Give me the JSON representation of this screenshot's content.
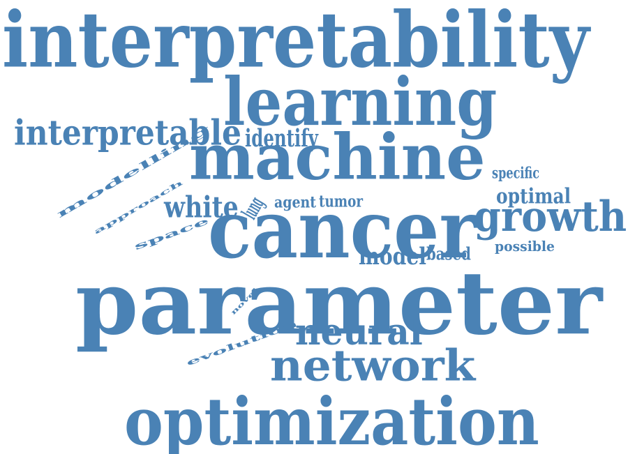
{
  "word_cloud": {
    "color": "#4a82b5",
    "background": "#ffffff",
    "words": [
      {
        "id": "interpretability",
        "text": "interpretability"
      },
      {
        "id": "learning",
        "text": "learning"
      },
      {
        "id": "interpretable",
        "text": "interpretable"
      },
      {
        "id": "identify",
        "text": "identify"
      },
      {
        "id": "machine",
        "text": "machine"
      },
      {
        "id": "specific",
        "text": "specific"
      },
      {
        "id": "modelling",
        "text": "modelling"
      },
      {
        "id": "approach",
        "text": "approach"
      },
      {
        "id": "white",
        "text": "white"
      },
      {
        "id": "lung",
        "text": "lung"
      },
      {
        "id": "agent",
        "text": "agent"
      },
      {
        "id": "tumor",
        "text": "tumor"
      },
      {
        "id": "optimal",
        "text": "optimal"
      },
      {
        "id": "space",
        "text": "space"
      },
      {
        "id": "cancer",
        "text": "cancer"
      },
      {
        "id": "growth",
        "text": "growth"
      },
      {
        "id": "possible",
        "text": "possible"
      },
      {
        "id": "model",
        "text": "model"
      },
      {
        "id": "based",
        "text": "based"
      },
      {
        "id": "parameter",
        "text": "parameter"
      },
      {
        "id": "novel",
        "text": "novel"
      },
      {
        "id": "evolution",
        "text": "evolution"
      },
      {
        "id": "neural",
        "text": "neural"
      },
      {
        "id": "network",
        "text": "network"
      },
      {
        "id": "optimization",
        "text": "optimization"
      }
    ]
  }
}
